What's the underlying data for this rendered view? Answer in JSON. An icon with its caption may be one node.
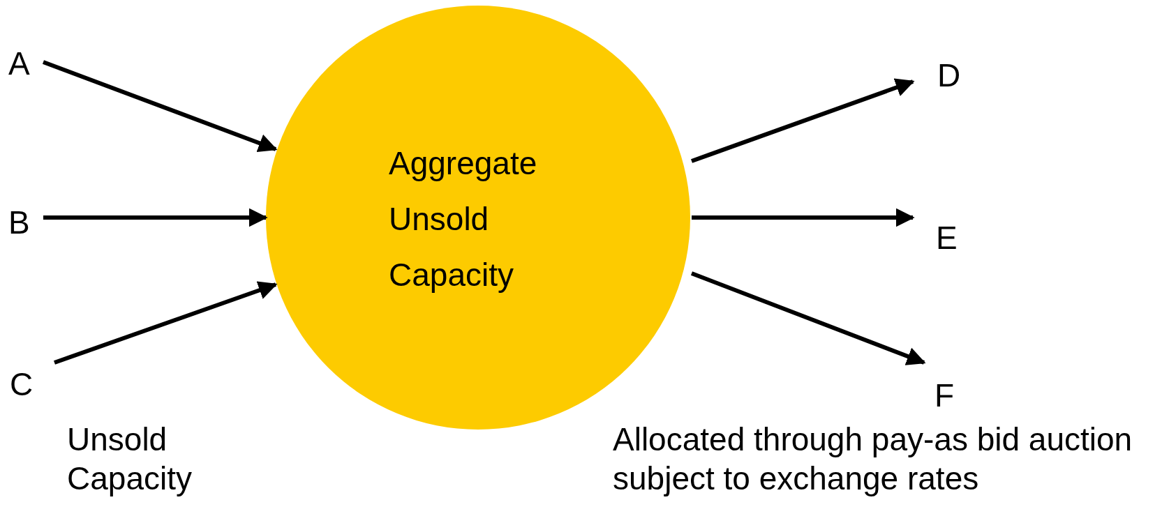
{
  "diagram": {
    "nodes": [
      {
        "text": [
          "Aggregate Unsold Capacity"
        ]
      },
      {
        "text": [
          "A"
        ]
      },
      {
        "text": [
          "B"
        ]
      },
      {
        "text": [
          "C"
        ]
      },
      {
        "text": [
          "D"
        ]
      },
      {
        "text": [
          "E"
        ]
      },
      {
        "text": [
          "F"
        ]
      }
    ],
    "edges": [
      {
        "from": 1,
        "to": 0,
        "arrow": "to"
      },
      {
        "from": 2,
        "to": 0,
        "arrow": "to"
      },
      {
        "from": 3,
        "to": 0,
        "arrow": "to"
      },
      {
        "from": 0,
        "to": 4,
        "arrow": "to"
      },
      {
        "from": 0,
        "to": 5,
        "arrow": "to"
      },
      {
        "from": 0,
        "to": 6,
        "arrow": "to"
      }
    ],
    "labels": [
      "Unsold Capacity",
      "Allocated through pay-as bid auction subject to exchange rates"
    ]
  }
}
